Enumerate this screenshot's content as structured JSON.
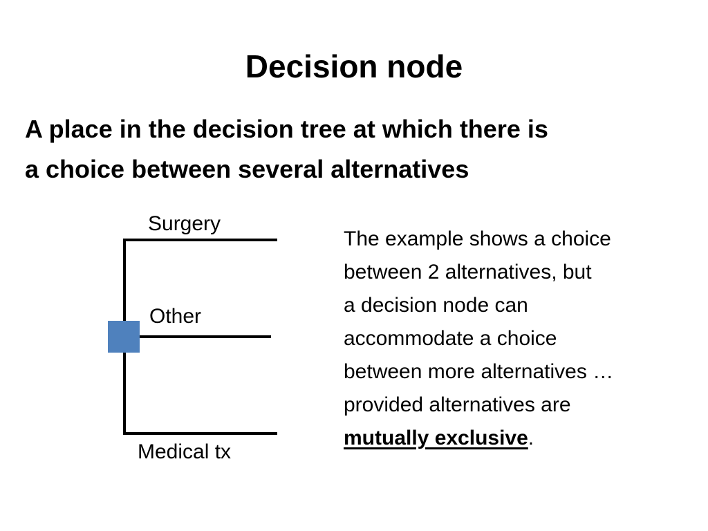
{
  "slide": {
    "title": "Decision node",
    "subtitle_lines": [
      "A place in the decision tree at which there is",
      "a choice between several alternatives"
    ]
  },
  "diagram": {
    "node_color": "#4F81BD",
    "branches": [
      {
        "label": "Surgery"
      },
      {
        "label": "Other"
      },
      {
        "label": "Medical tx"
      }
    ]
  },
  "explanation": {
    "lines": [
      "The example shows a choice",
      "between 2 alternatives, but",
      "a decision node can",
      "accommodate a choice",
      "between more alternatives …",
      "provided alternatives are"
    ],
    "emphasis": "mutually exclusive",
    "terminal": "."
  }
}
